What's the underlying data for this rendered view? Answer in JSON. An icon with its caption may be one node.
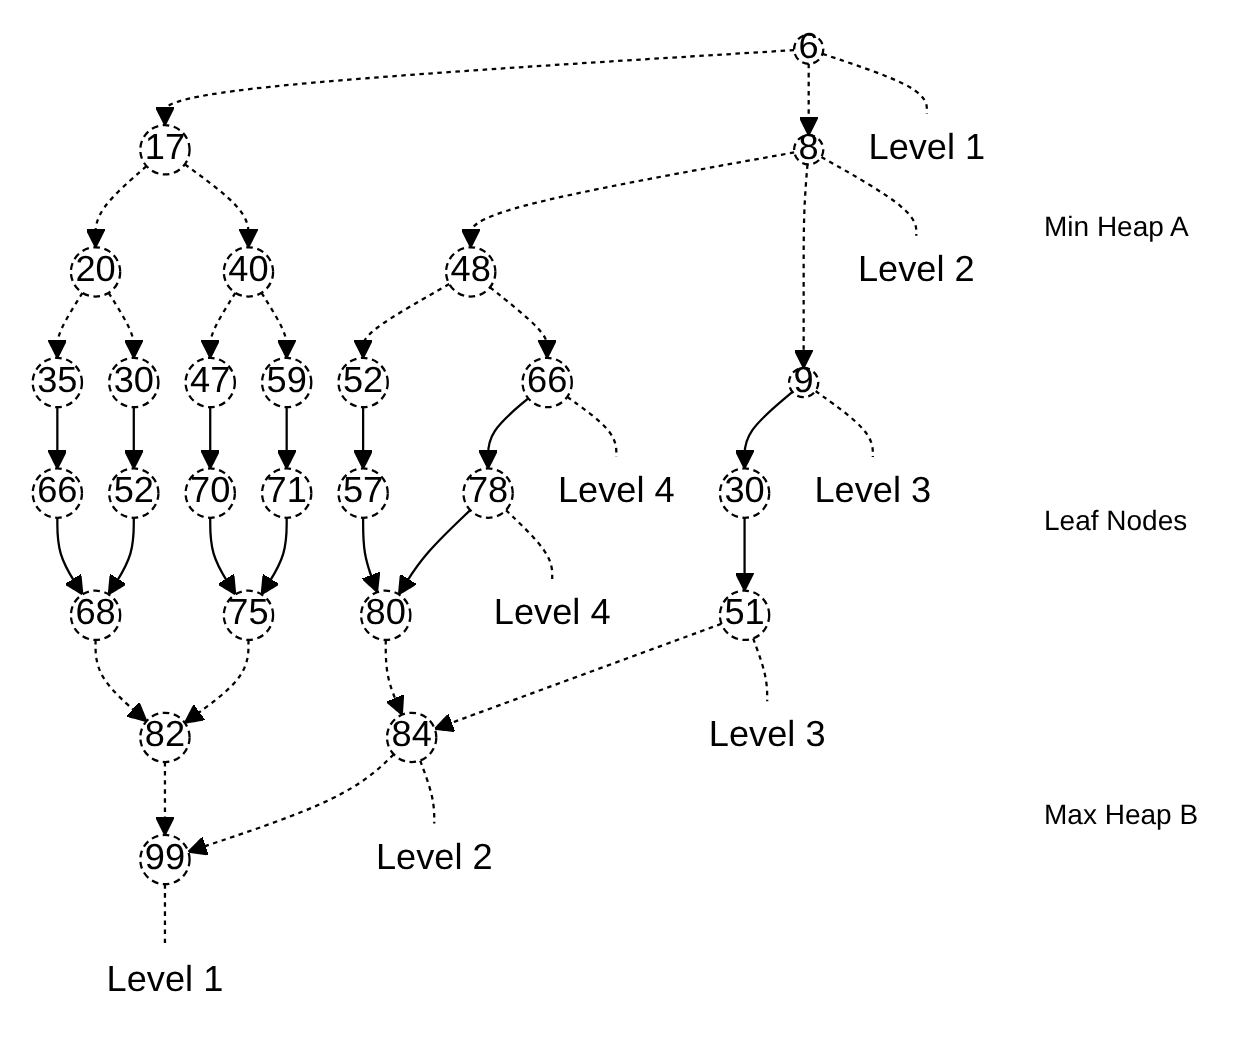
{
  "diagram": {
    "nodes": [
      {
        "text": [
          "6"
        ]
      },
      {
        "text": [
          "Level 1"
        ]
      },
      {
        "text": [
          "17"
        ]
      },
      {
        "text": [
          "8"
        ]
      },
      {
        "text": [
          "Level 2"
        ]
      },
      {
        "text": [
          "20"
        ]
      },
      {
        "text": [
          "40"
        ]
      },
      {
        "text": [
          "48"
        ]
      },
      {
        "text": [
          "9"
        ]
      },
      {
        "text": [
          "Level 3"
        ]
      },
      {
        "text": [
          "35"
        ]
      },
      {
        "text": [
          "30"
        ]
      },
      {
        "text": [
          "47"
        ]
      },
      {
        "text": [
          "59"
        ]
      },
      {
        "text": [
          "52"
        ]
      },
      {
        "text": [
          "66"
        ]
      },
      {
        "text": [
          "Level 4"
        ]
      },
      {
        "text": [
          "30"
        ]
      },
      {
        "text": [
          "66"
        ]
      },
      {
        "text": [
          "52"
        ]
      },
      {
        "text": [
          "70"
        ]
      },
      {
        "text": [
          "71"
        ]
      },
      {
        "text": [
          "57"
        ]
      },
      {
        "text": [
          "78"
        ]
      },
      {
        "text": [
          "Level 4"
        ]
      },
      {
        "text": [
          "68"
        ]
      },
      {
        "text": [
          "75"
        ]
      },
      {
        "text": [
          "80"
        ]
      },
      {
        "text": [
          "51"
        ]
      },
      {
        "text": [
          "Level 3"
        ]
      },
      {
        "text": [
          "82"
        ]
      },
      {
        "text": [
          "84"
        ]
      },
      {
        "text": [
          "Level 2"
        ]
      },
      {
        "text": [
          "99"
        ]
      },
      {
        "text": [
          "Level 1"
        ]
      }
    ],
    "edges": [
      {
        "from": 0,
        "to": 2,
        "arrow": "to",
        "style": "dashed"
      },
      {
        "from": 0,
        "to": 3,
        "arrow": "to",
        "style": "dashed"
      },
      {
        "from": 2,
        "to": 5,
        "arrow": "to",
        "style": "dashed"
      },
      {
        "from": 2,
        "to": 6,
        "arrow": "to",
        "style": "dashed"
      },
      {
        "from": 3,
        "to": 7,
        "arrow": "to",
        "style": "dashed"
      },
      {
        "from": 3,
        "to": 8,
        "arrow": "to",
        "style": "dashed"
      },
      {
        "from": 5,
        "to": 10,
        "arrow": "to",
        "style": "dashed"
      },
      {
        "from": 5,
        "to": 11,
        "arrow": "to",
        "style": "dashed"
      },
      {
        "from": 6,
        "to": 12,
        "arrow": "to",
        "style": "dashed"
      },
      {
        "from": 6,
        "to": 13,
        "arrow": "to",
        "style": "dashed"
      },
      {
        "from": 7,
        "to": 14,
        "arrow": "to",
        "style": "dashed"
      },
      {
        "from": 7,
        "to": 15,
        "arrow": "to",
        "style": "dashed"
      },
      {
        "from": 8,
        "to": 17,
        "arrow": "to"
      },
      {
        "from": 10,
        "to": 18,
        "arrow": "to"
      },
      {
        "from": 11,
        "to": 19,
        "arrow": "to"
      },
      {
        "from": 12,
        "to": 20,
        "arrow": "to"
      },
      {
        "from": 13,
        "to": 21,
        "arrow": "to"
      },
      {
        "from": 14,
        "to": 22,
        "arrow": "to"
      },
      {
        "from": 15,
        "to": 23,
        "arrow": "to"
      },
      {
        "from": 17,
        "to": 28,
        "arrow": "to"
      },
      {
        "from": 18,
        "to": 25,
        "arrow": "to"
      },
      {
        "from": 19,
        "to": 25,
        "arrow": "to"
      },
      {
        "from": 20,
        "to": 26,
        "arrow": "to"
      },
      {
        "from": 21,
        "to": 26,
        "arrow": "to"
      },
      {
        "from": 22,
        "to": 27,
        "arrow": "to"
      },
      {
        "from": 23,
        "to": 27,
        "arrow": "to"
      },
      {
        "from": 25,
        "to": 30,
        "arrow": "to",
        "style": "dashed"
      },
      {
        "from": 26,
        "to": 30,
        "arrow": "to",
        "style": "dashed"
      },
      {
        "from": 27,
        "to": 31,
        "arrow": "to",
        "style": "dashed"
      },
      {
        "from": 28,
        "to": 31,
        "arrow": "to",
        "style": "dashed"
      },
      {
        "from": 30,
        "to": 33,
        "arrow": "to",
        "style": "dashed"
      },
      {
        "from": 31,
        "to": 33,
        "arrow": "to",
        "style": "dashed"
      },
      {
        "from": 0,
        "to": 1,
        "arrow": "none",
        "style": "dashed"
      },
      {
        "from": 3,
        "to": 4,
        "arrow": "none",
        "style": "dashed"
      },
      {
        "from": 8,
        "to": 9,
        "arrow": "none",
        "style": "dashed"
      },
      {
        "from": 15,
        "to": 16,
        "arrow": "none",
        "style": "dashed"
      },
      {
        "from": 23,
        "to": 24,
        "arrow": "none",
        "style": "dashed"
      },
      {
        "from": 28,
        "to": 29,
        "arrow": "none",
        "style": "dashed"
      },
      {
        "from": 31,
        "to": 32,
        "arrow": "none",
        "style": "dashed"
      },
      {
        "from": 33,
        "to": 34,
        "arrow": "none",
        "style": "dashed"
      }
    ],
    "labels": [
      "Min Heap A",
      "Leaf Nodes",
      "Max Heap B"
    ]
  }
}
